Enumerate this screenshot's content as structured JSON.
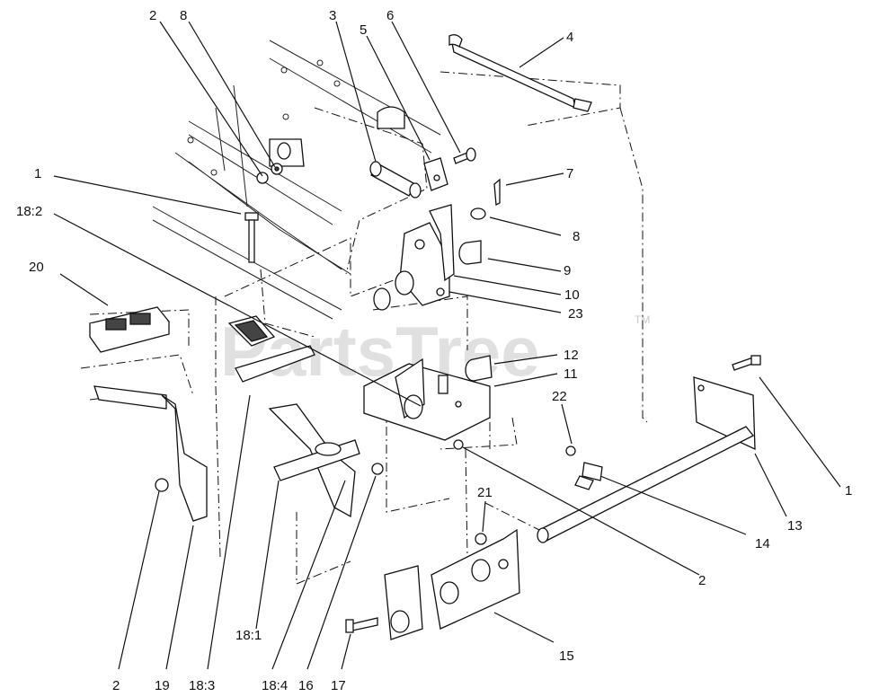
{
  "watermark": {
    "text": "PartsTree",
    "mark": "TM"
  },
  "callouts": [
    {
      "id": "c-2-top",
      "text": "2"
    },
    {
      "id": "c-8-top",
      "text": "8"
    },
    {
      "id": "c-3",
      "text": "3"
    },
    {
      "id": "c-6",
      "text": "6"
    },
    {
      "id": "c-5",
      "text": "5"
    },
    {
      "id": "c-4",
      "text": "4"
    },
    {
      "id": "c-1-left",
      "text": "1"
    },
    {
      "id": "c-7",
      "text": "7"
    },
    {
      "id": "c-18-2",
      "text": "18:2"
    },
    {
      "id": "c-8-right",
      "text": "8"
    },
    {
      "id": "c-20",
      "text": "20"
    },
    {
      "id": "c-9",
      "text": "9"
    },
    {
      "id": "c-10",
      "text": "10"
    },
    {
      "id": "c-23",
      "text": "23"
    },
    {
      "id": "c-12",
      "text": "12"
    },
    {
      "id": "c-11",
      "text": "11"
    },
    {
      "id": "c-22",
      "text": "22"
    },
    {
      "id": "c-1-right",
      "text": "1"
    },
    {
      "id": "c-13",
      "text": "13"
    },
    {
      "id": "c-14",
      "text": "14"
    },
    {
      "id": "c-21",
      "text": "21"
    },
    {
      "id": "c-2-mid",
      "text": "2"
    },
    {
      "id": "c-15",
      "text": "15"
    },
    {
      "id": "c-18-1",
      "text": "18:1"
    },
    {
      "id": "c-2-bottom",
      "text": "2"
    },
    {
      "id": "c-19",
      "text": "19"
    },
    {
      "id": "c-18-3",
      "text": "18:3"
    },
    {
      "id": "c-18-4",
      "text": "18:4"
    },
    {
      "id": "c-16",
      "text": "16"
    },
    {
      "id": "c-17",
      "text": "17"
    }
  ]
}
